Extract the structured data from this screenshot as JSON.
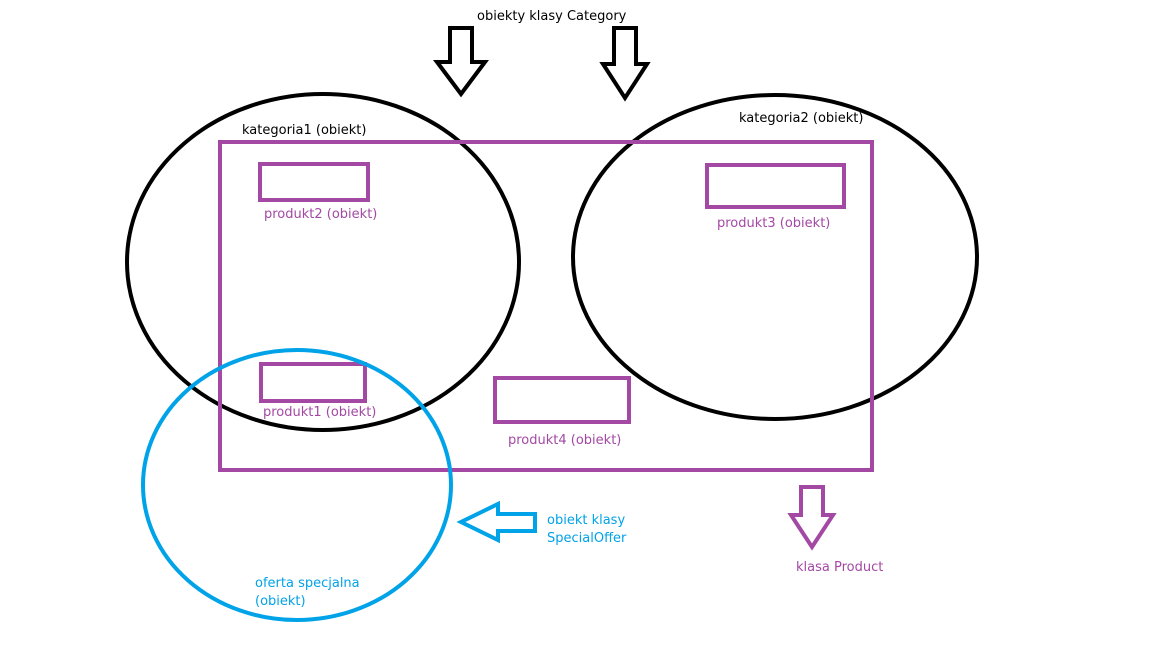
{
  "colors": {
    "black": "#000000",
    "purple": "#a349a4",
    "blue": "#00a2e8",
    "background": "#ffffff"
  },
  "labels": {
    "category_objects": "obiekty klasy Category",
    "category1": "kategoria1 (obiekt)",
    "category2": "kategoria2 (obiekt)",
    "product1": "produkt1 (obiekt)",
    "product2": "produkt2 (obiekt)",
    "product3": "produkt3 (obiekt)",
    "product4": "produkt4 (obiekt)",
    "special_offer_class_line1": "obiekt klasy",
    "special_offer_class_line2": "SpecialOffer",
    "special_offer_obj_line1": "oferta specjalna",
    "special_offer_obj_line2": "(obiekt)",
    "product_class": "klasa Product"
  }
}
